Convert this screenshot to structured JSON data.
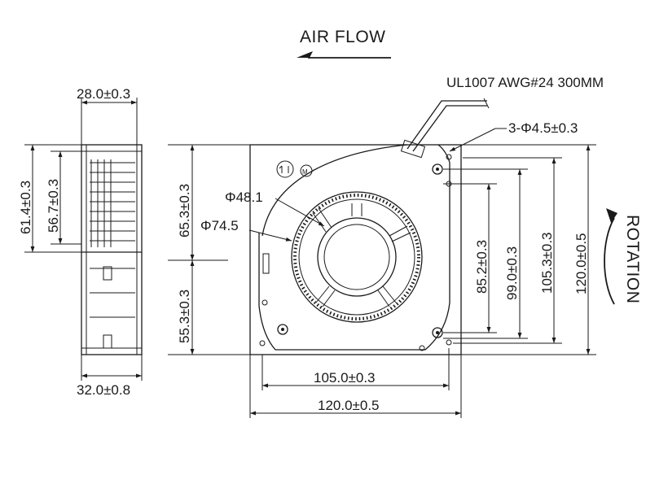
{
  "header": {
    "airflow_label": "AIR FLOW",
    "cable_label": "UL1007 AWG#24 300MM",
    "holes_label": "3-Φ4.5±0.3",
    "rotation_label": "ROTATION"
  },
  "side_view": {
    "width_top": "28.0±0.3",
    "width_bottom": "32.0±0.8",
    "height_outer": "61.4±0.3",
    "height_inner": "56.7±0.3"
  },
  "front_view": {
    "upper_height": "65.3±0.3",
    "lower_height": "55.3±0.3",
    "inner_diameter": "Φ48.1",
    "outer_diameter": "Φ74.5",
    "hole_spacing_1": "85.2±0.3",
    "hole_spacing_2": "99.0±0.3",
    "hole_spacing_3": "105.3±0.3",
    "overall_height": "120.0±0.5",
    "hole_spacing_horizontal": "105.0±0.3",
    "overall_width": "120.0±0.5"
  }
}
